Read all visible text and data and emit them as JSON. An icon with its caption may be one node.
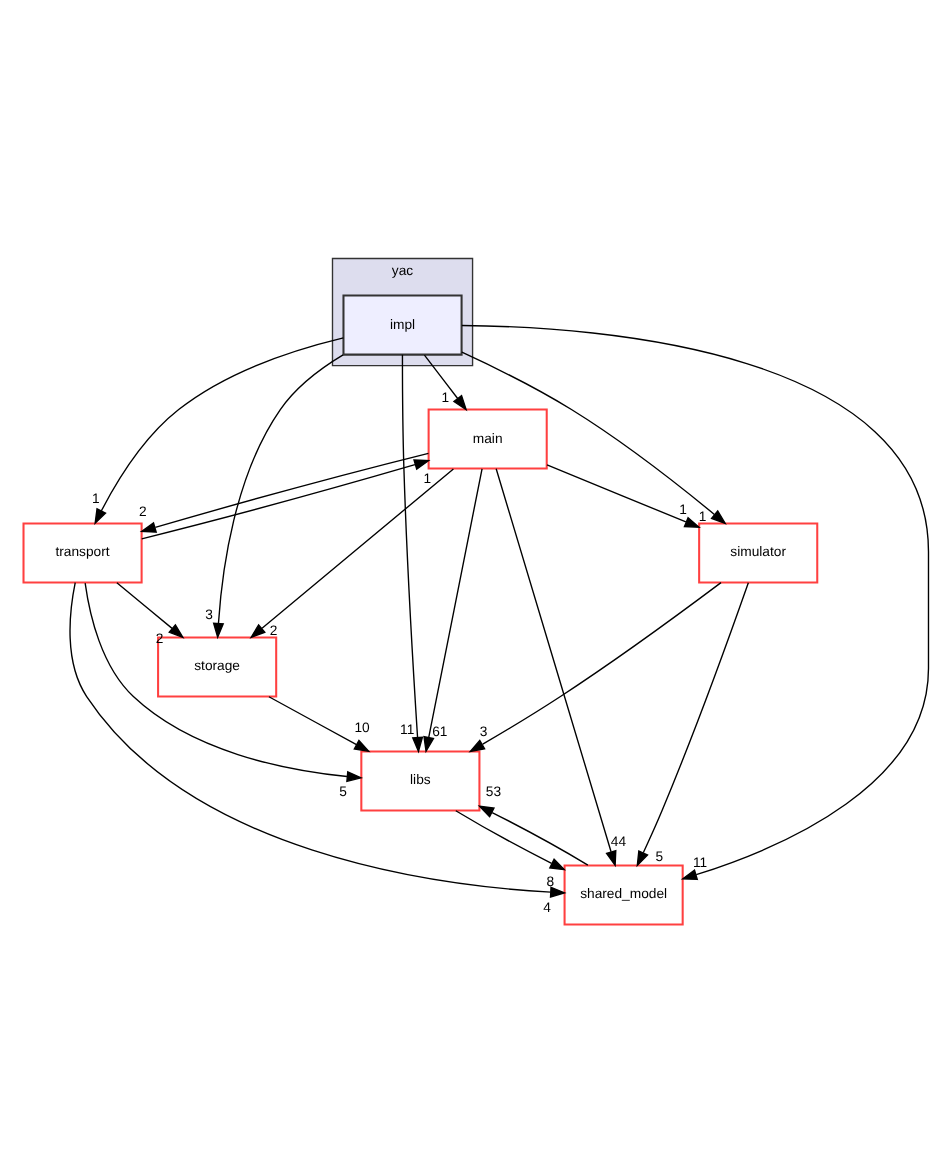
{
  "diagram": {
    "nodes": [
      {
        "text": [
          "yac"
        ]
      },
      {
        "text": [
          "impl"
        ],
        "in": 0
      },
      {
        "text": [
          "main"
        ]
      },
      {
        "text": [
          "transport"
        ]
      },
      {
        "text": [
          "simulator"
        ]
      },
      {
        "text": [
          "storage"
        ]
      },
      {
        "text": [
          "libs"
        ]
      },
      {
        "text": [
          "shared_model"
        ]
      }
    ],
    "edges": [
      {
        "from": 1,
        "to": 2,
        "arrow": "to",
        "label": "1"
      },
      {
        "from": 1,
        "to": 3,
        "arrow": "to",
        "label": "1"
      },
      {
        "from": 1,
        "to": 5,
        "arrow": "to",
        "label": "3"
      },
      {
        "from": 1,
        "to": 6,
        "arrow": "to",
        "label": "11"
      },
      {
        "from": 1,
        "to": 7,
        "arrow": "to",
        "label": "11"
      },
      {
        "from": 1,
        "to": 4,
        "arrow": "to",
        "label": "1"
      },
      {
        "from": 2,
        "to": 3,
        "arrow": "to",
        "label": "2"
      },
      {
        "from": 2,
        "to": 4,
        "arrow": "to",
        "label": "1"
      },
      {
        "from": 2,
        "to": 5,
        "arrow": "to",
        "label": "2"
      },
      {
        "from": 2,
        "to": 6,
        "arrow": "to",
        "label": "61"
      },
      {
        "from": 2,
        "to": 7,
        "arrow": "to",
        "label": "44"
      },
      {
        "from": 3,
        "to": 2,
        "arrow": "to",
        "label": "1"
      },
      {
        "from": 3,
        "to": 5,
        "arrow": "to",
        "label": "2"
      },
      {
        "from": 3,
        "to": 6,
        "arrow": "to",
        "label": "5"
      },
      {
        "from": 3,
        "to": 7,
        "arrow": "to",
        "label": "4"
      },
      {
        "from": 5,
        "to": 6,
        "arrow": "to",
        "label": "10"
      },
      {
        "from": 4,
        "to": 6,
        "arrow": "to",
        "label": "3"
      },
      {
        "from": 4,
        "to": 7,
        "arrow": "to",
        "label": "5"
      },
      {
        "from": 6,
        "to": 7,
        "arrow": "to",
        "label": "8"
      },
      {
        "from": 7,
        "to": 6,
        "arrow": "to",
        "label": "53"
      }
    ]
  }
}
